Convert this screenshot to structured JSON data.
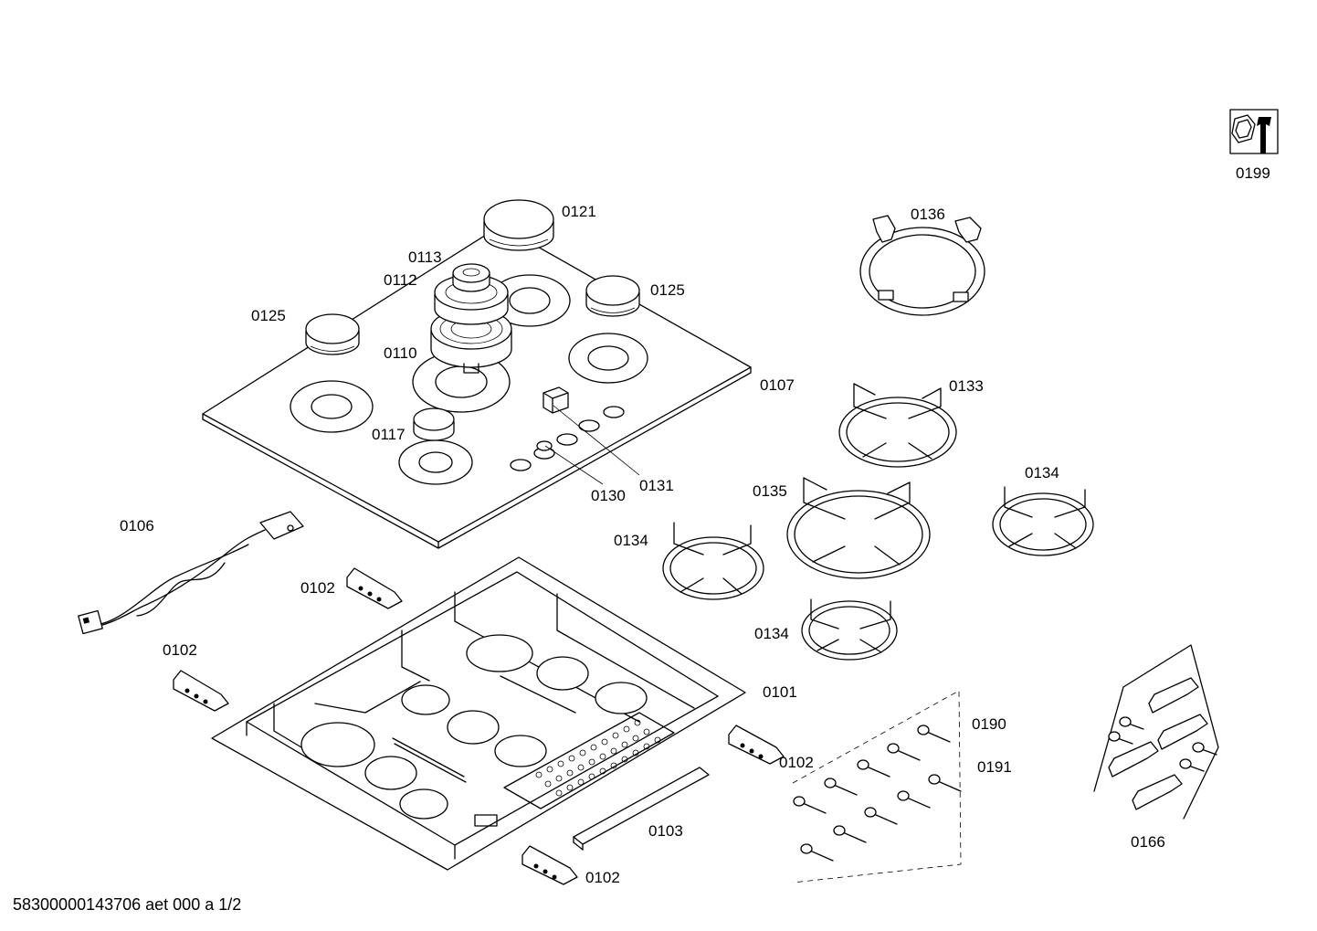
{
  "diagram": {
    "labels": {
      "p0121": "0121",
      "p0113": "0113",
      "p0112": "0112",
      "p0125a": "0125",
      "p0125b": "0125",
      "p0110": "0110",
      "p0117": "0117",
      "p0107": "0107",
      "p0130": "0130",
      "p0131": "0131",
      "p0136": "0136",
      "p0133": "0133",
      "p0134a": "0134",
      "p0135": "0135",
      "p0134b": "0134",
      "p0134c": "0134",
      "p0106": "0106",
      "p0102a": "0102",
      "p0102b": "0102",
      "p0102c": "0102",
      "p0102d": "0102",
      "p0101": "0101",
      "p0103": "0103",
      "p0190": "0190",
      "p0191": "0191",
      "p0166": "0166",
      "p0199": "0199"
    },
    "footer": "58300000143706 aet 000 a 1/2"
  }
}
